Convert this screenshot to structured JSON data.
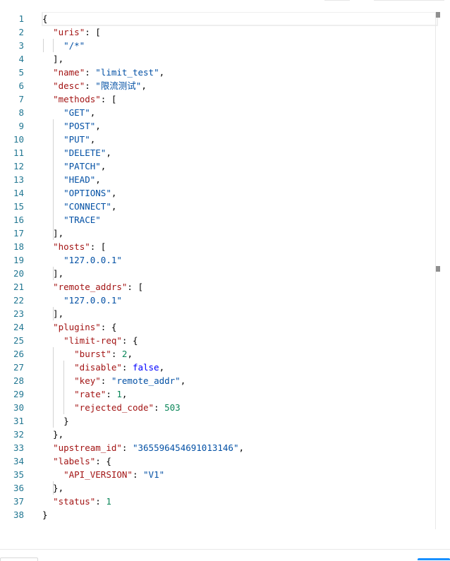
{
  "editor": {
    "line_numbers": [
      "1",
      "2",
      "3",
      "4",
      "5",
      "6",
      "7",
      "8",
      "9",
      "10",
      "11",
      "12",
      "13",
      "14",
      "15",
      "16",
      "17",
      "18",
      "19",
      "20",
      "21",
      "22",
      "23",
      "24",
      "25",
      "26",
      "27",
      "28",
      "29",
      "30",
      "31",
      "32",
      "33",
      "34",
      "35",
      "36",
      "37",
      "38"
    ],
    "lines": [
      [
        {
          "t": "{",
          "c": "p"
        }
      ],
      [
        {
          "t": "  ",
          "c": "p"
        },
        {
          "t": "\"uris\"",
          "c": "k"
        },
        {
          "t": ": [",
          "c": "p"
        }
      ],
      [
        {
          "t": "    ",
          "c": "p"
        },
        {
          "t": "\"/*\"",
          "c": "s"
        }
      ],
      [
        {
          "t": "  ],",
          "c": "p"
        }
      ],
      [
        {
          "t": "  ",
          "c": "p"
        },
        {
          "t": "\"name\"",
          "c": "k"
        },
        {
          "t": ": ",
          "c": "p"
        },
        {
          "t": "\"limit_test\"",
          "c": "s"
        },
        {
          "t": ",",
          "c": "p"
        }
      ],
      [
        {
          "t": "  ",
          "c": "p"
        },
        {
          "t": "\"desc\"",
          "c": "k"
        },
        {
          "t": ": ",
          "c": "p"
        },
        {
          "t": "\"限流测试\"",
          "c": "s"
        },
        {
          "t": ",",
          "c": "p"
        }
      ],
      [
        {
          "t": "  ",
          "c": "p"
        },
        {
          "t": "\"methods\"",
          "c": "k"
        },
        {
          "t": ": [",
          "c": "p"
        }
      ],
      [
        {
          "t": "    ",
          "c": "p"
        },
        {
          "t": "\"GET\"",
          "c": "s"
        },
        {
          "t": ",",
          "c": "p"
        }
      ],
      [
        {
          "t": "    ",
          "c": "p"
        },
        {
          "t": "\"POST\"",
          "c": "s"
        },
        {
          "t": ",",
          "c": "p"
        }
      ],
      [
        {
          "t": "    ",
          "c": "p"
        },
        {
          "t": "\"PUT\"",
          "c": "s"
        },
        {
          "t": ",",
          "c": "p"
        }
      ],
      [
        {
          "t": "    ",
          "c": "p"
        },
        {
          "t": "\"DELETE\"",
          "c": "s"
        },
        {
          "t": ",",
          "c": "p"
        }
      ],
      [
        {
          "t": "    ",
          "c": "p"
        },
        {
          "t": "\"PATCH\"",
          "c": "s"
        },
        {
          "t": ",",
          "c": "p"
        }
      ],
      [
        {
          "t": "    ",
          "c": "p"
        },
        {
          "t": "\"HEAD\"",
          "c": "s"
        },
        {
          "t": ",",
          "c": "p"
        }
      ],
      [
        {
          "t": "    ",
          "c": "p"
        },
        {
          "t": "\"OPTIONS\"",
          "c": "s"
        },
        {
          "t": ",",
          "c": "p"
        }
      ],
      [
        {
          "t": "    ",
          "c": "p"
        },
        {
          "t": "\"CONNECT\"",
          "c": "s"
        },
        {
          "t": ",",
          "c": "p"
        }
      ],
      [
        {
          "t": "    ",
          "c": "p"
        },
        {
          "t": "\"TRACE\"",
          "c": "s"
        }
      ],
      [
        {
          "t": "  ],",
          "c": "p"
        }
      ],
      [
        {
          "t": "  ",
          "c": "p"
        },
        {
          "t": "\"hosts\"",
          "c": "k"
        },
        {
          "t": ": [",
          "c": "p"
        }
      ],
      [
        {
          "t": "    ",
          "c": "p"
        },
        {
          "t": "\"127.0.0.1\"",
          "c": "s"
        }
      ],
      [
        {
          "t": "  ],",
          "c": "p"
        }
      ],
      [
        {
          "t": "  ",
          "c": "p"
        },
        {
          "t": "\"remote_addrs\"",
          "c": "k"
        },
        {
          "t": ": [",
          "c": "p"
        }
      ],
      [
        {
          "t": "    ",
          "c": "p"
        },
        {
          "t": "\"127.0.0.1\"",
          "c": "s"
        }
      ],
      [
        {
          "t": "  ],",
          "c": "p"
        }
      ],
      [
        {
          "t": "  ",
          "c": "p"
        },
        {
          "t": "\"plugins\"",
          "c": "k"
        },
        {
          "t": ": {",
          "c": "p"
        }
      ],
      [
        {
          "t": "    ",
          "c": "p"
        },
        {
          "t": "\"limit-req\"",
          "c": "k"
        },
        {
          "t": ": {",
          "c": "p"
        }
      ],
      [
        {
          "t": "      ",
          "c": "p"
        },
        {
          "t": "\"burst\"",
          "c": "k"
        },
        {
          "t": ": ",
          "c": "p"
        },
        {
          "t": "2",
          "c": "n"
        },
        {
          "t": ",",
          "c": "p"
        }
      ],
      [
        {
          "t": "      ",
          "c": "p"
        },
        {
          "t": "\"disable\"",
          "c": "k"
        },
        {
          "t": ": ",
          "c": "p"
        },
        {
          "t": "false",
          "c": "b"
        },
        {
          "t": ",",
          "c": "p"
        }
      ],
      [
        {
          "t": "      ",
          "c": "p"
        },
        {
          "t": "\"key\"",
          "c": "k"
        },
        {
          "t": ": ",
          "c": "p"
        },
        {
          "t": "\"remote_addr\"",
          "c": "s"
        },
        {
          "t": ",",
          "c": "p"
        }
      ],
      [
        {
          "t": "      ",
          "c": "p"
        },
        {
          "t": "\"rate\"",
          "c": "k"
        },
        {
          "t": ": ",
          "c": "p"
        },
        {
          "t": "1",
          "c": "n"
        },
        {
          "t": ",",
          "c": "p"
        }
      ],
      [
        {
          "t": "      ",
          "c": "p"
        },
        {
          "t": "\"rejected_code\"",
          "c": "k"
        },
        {
          "t": ": ",
          "c": "p"
        },
        {
          "t": "503",
          "c": "n"
        }
      ],
      [
        {
          "t": "    }",
          "c": "p"
        }
      ],
      [
        {
          "t": "  },",
          "c": "p"
        }
      ],
      [
        {
          "t": "  ",
          "c": "p"
        },
        {
          "t": "\"upstream_id\"",
          "c": "k"
        },
        {
          "t": ": ",
          "c": "p"
        },
        {
          "t": "\"365596454691013146\"",
          "c": "s"
        },
        {
          "t": ",",
          "c": "p"
        }
      ],
      [
        {
          "t": "  ",
          "c": "p"
        },
        {
          "t": "\"labels\"",
          "c": "k"
        },
        {
          "t": ": {",
          "c": "p"
        }
      ],
      [
        {
          "t": "    ",
          "c": "p"
        },
        {
          "t": "\"API_VERSION\"",
          "c": "k"
        },
        {
          "t": ": ",
          "c": "p"
        },
        {
          "t": "\"V1\"",
          "c": "s"
        }
      ],
      [
        {
          "t": "  },",
          "c": "p"
        }
      ],
      [
        {
          "t": "  ",
          "c": "p"
        },
        {
          "t": "\"status\"",
          "c": "k"
        },
        {
          "t": ": ",
          "c": "p"
        },
        {
          "t": "1",
          "c": "n"
        }
      ],
      [
        {
          "t": "}",
          "c": "p"
        }
      ]
    ]
  },
  "colors": {
    "key": "#a31515",
    "string": "#0451a5",
    "number": "#098658",
    "boolean": "#0000ff",
    "line_number": "#237893",
    "primary_button": "#1890ff"
  }
}
